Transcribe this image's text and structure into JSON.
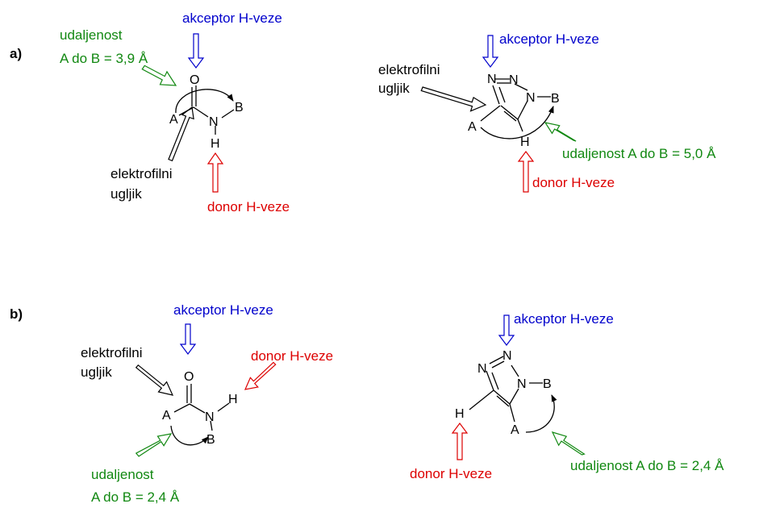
{
  "colors": {
    "acceptor": "#0000cc",
    "donor": "#dd0000",
    "distance": "#118811",
    "electrophilic": "#000000"
  },
  "panels": {
    "a": "a)",
    "b": "b)"
  },
  "atoms": {
    "oxygen": "O",
    "nitrogen": "N",
    "hydrogen": "H",
    "group_a": "A",
    "group_b": "B"
  },
  "labels": {
    "acceptor": "akceptor H-veze",
    "donor": "donor H-veze",
    "electrophilic_line1": "elektrofilni",
    "electrophilic_line2": "ugljik",
    "distance_short_line1": "udaljenost",
    "distance_short_39": "A do B = 3,9 Å",
    "distance_short_24": "A do B = 2,4 Å",
    "distance_long_50": "udaljenost A do B = 5,0 Å",
    "distance_long_24": "udaljenost A do B = 2,4 Å"
  }
}
